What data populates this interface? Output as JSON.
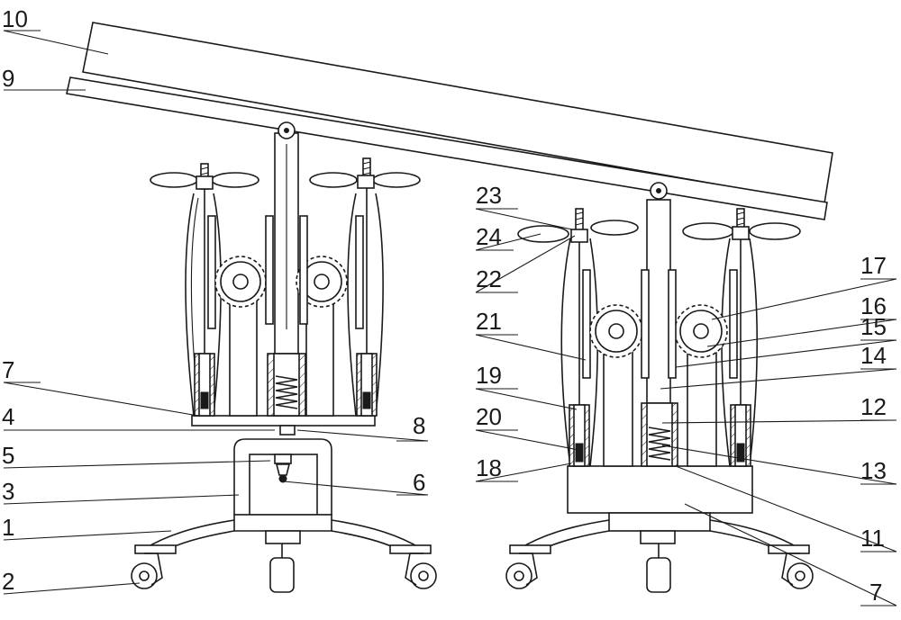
{
  "figure": {
    "labels": [
      "10",
      "9",
      "7",
      "4",
      "5",
      "3",
      "1",
      "2",
      "8",
      "6",
      "23",
      "24",
      "22",
      "21",
      "19",
      "20",
      "18",
      "17",
      "16",
      "15",
      "14",
      "12",
      "13",
      "11",
      "7"
    ]
  }
}
